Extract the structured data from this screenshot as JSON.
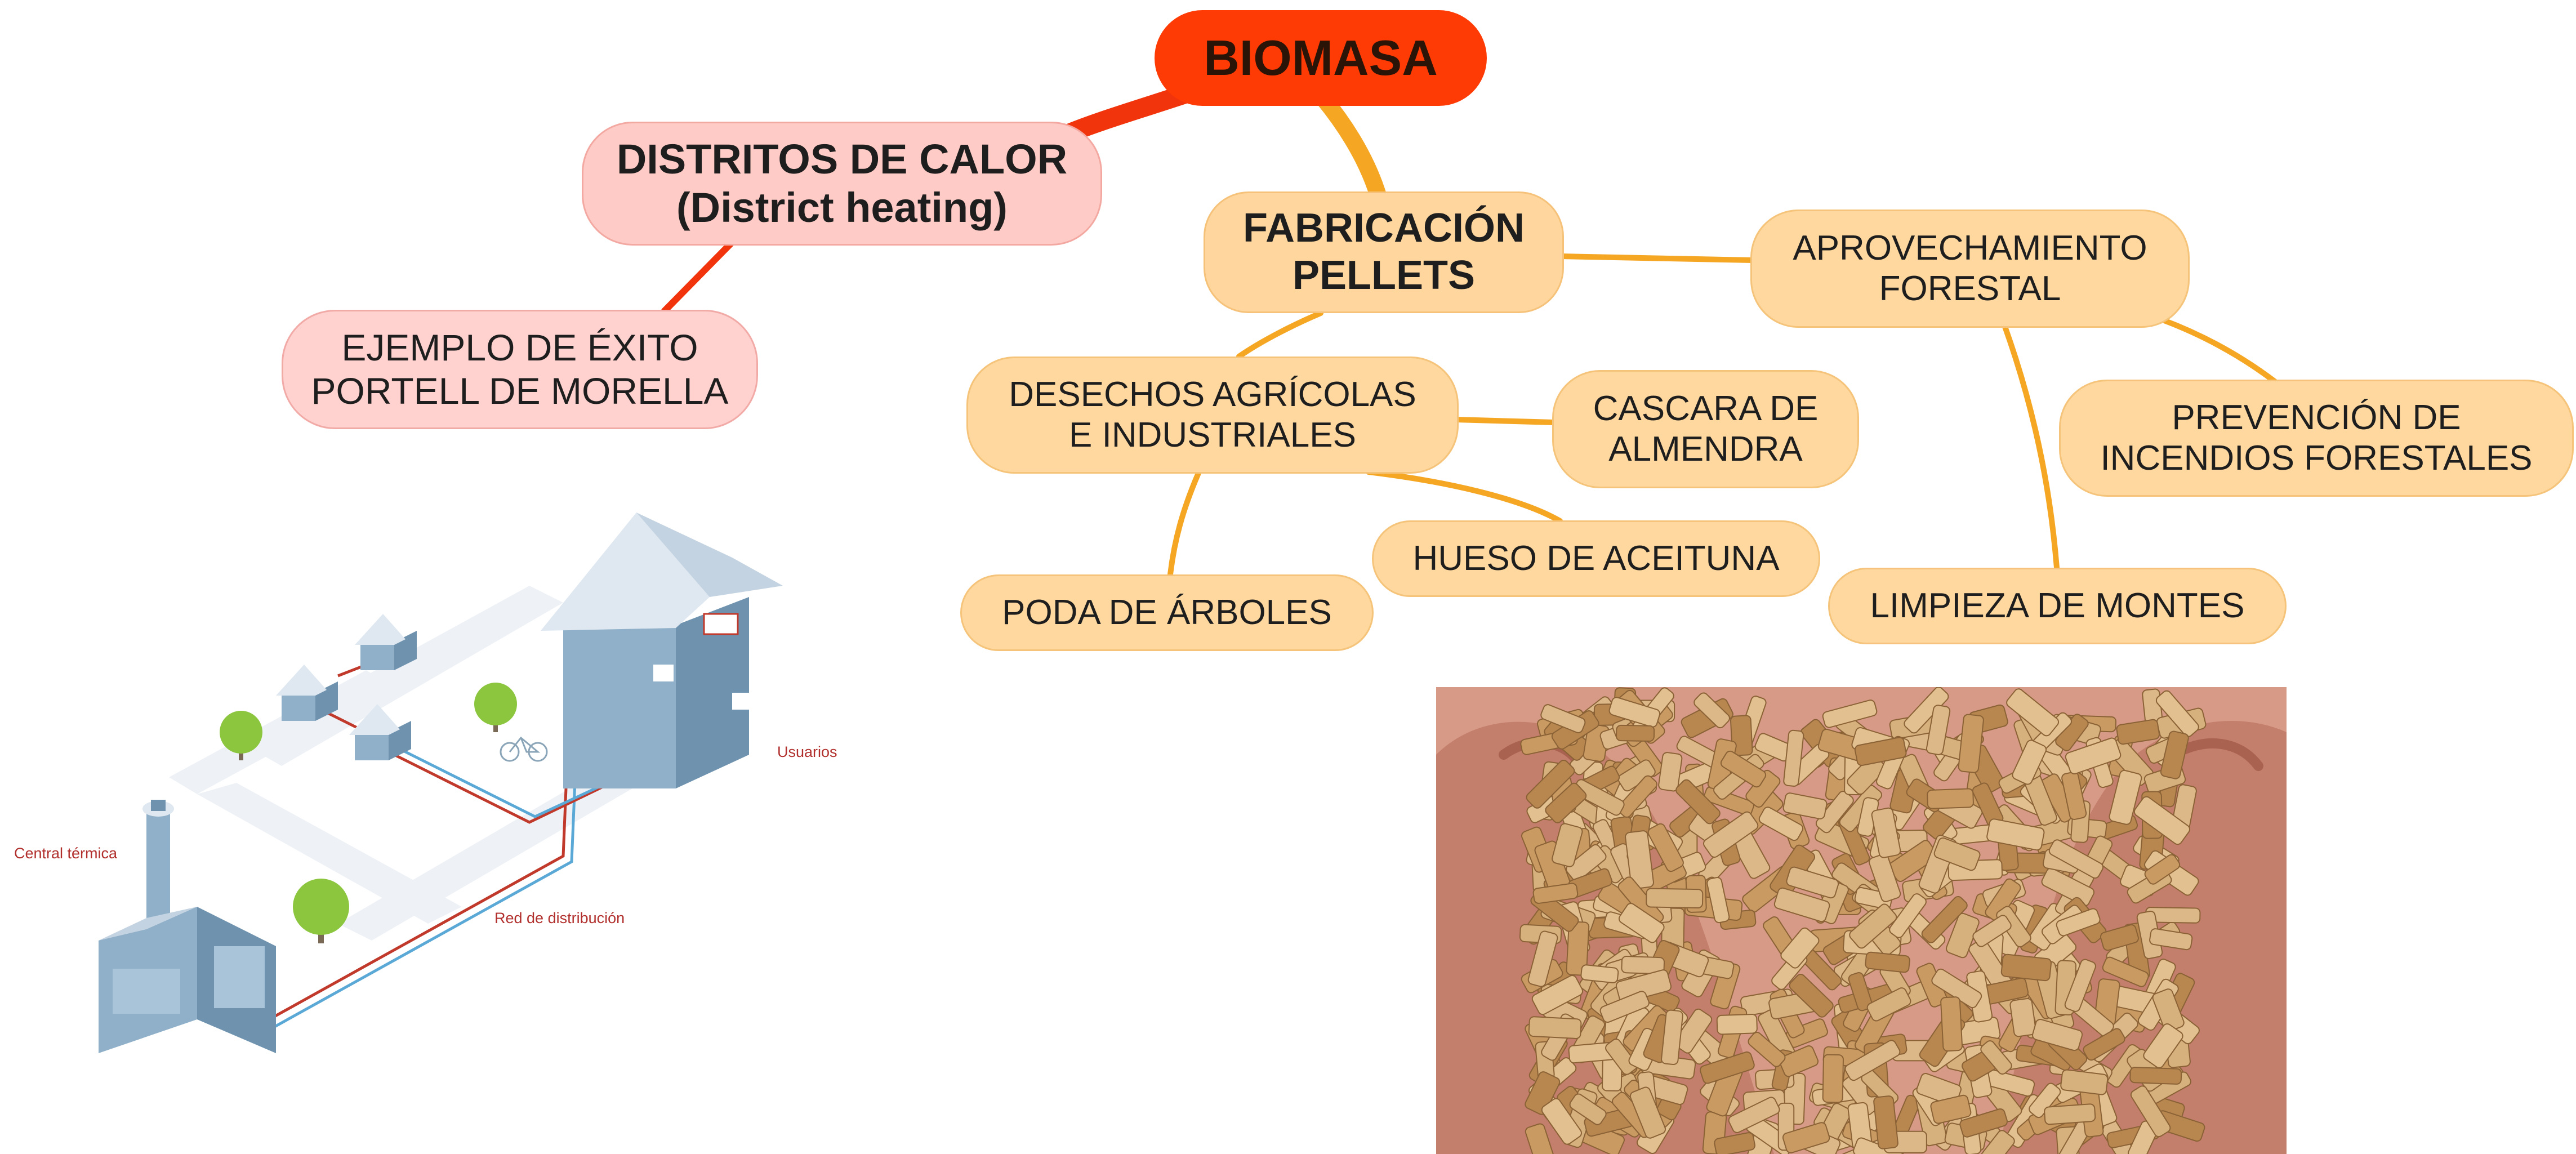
{
  "diagram": {
    "title": "BIOMASA",
    "branches": {
      "district_heating": {
        "title": "DISTRITOS DE CALOR\n(District heating)",
        "example": "EJEMPLO DE ÉXITO\nPORTELL DE MORELLA"
      },
      "pellets": {
        "title": "FABRICACIÓN\nPELLETS",
        "waste": "DESECHOS AGRÍCOLAS\nE INDUSTRIALES",
        "almond": "CASCARA DE\nALMENDRA",
        "olive": "HUESO DE ACEITUNA",
        "pruning": "PODA DE ÁRBOLES",
        "forestry": "APROVECHAMIENTO\nFORESTAL",
        "fire_prevention": "PREVENCIÓN DE\nINCENDIOS FORESTALES",
        "cleaning": "LIMPIEZA DE MONTES"
      }
    }
  },
  "illustration": {
    "plant_label": "Central térmica",
    "network_label": "Red de distribución",
    "users_label": "Usuarios"
  },
  "colors": {
    "root": "#ff3b05",
    "red_connector": "#f2340c",
    "orange_connector": "#f5a623",
    "pink_node": "#ffcbc6",
    "orange_node": "#ffd79e"
  }
}
